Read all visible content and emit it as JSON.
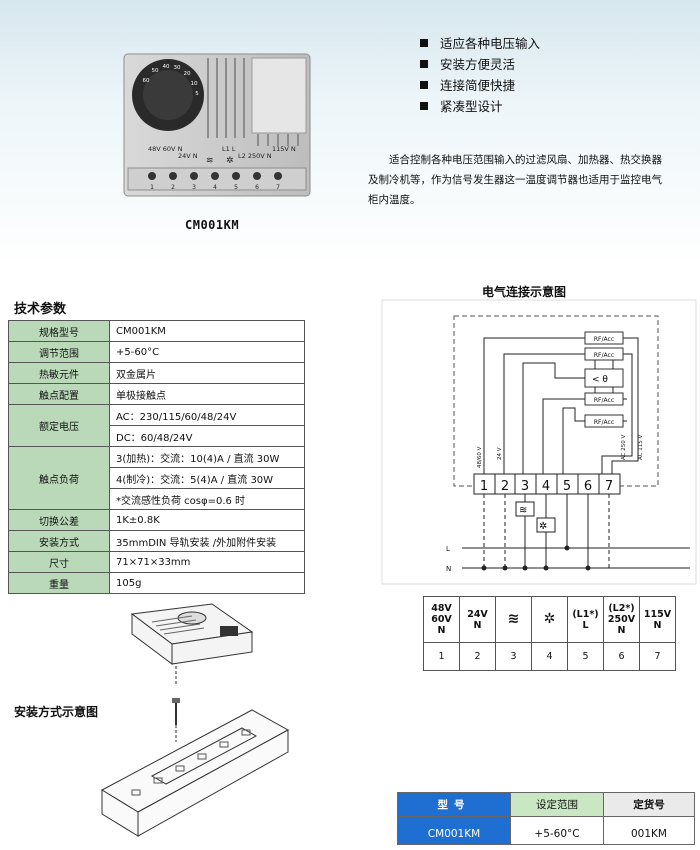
{
  "product": {
    "caption": "CM001KM",
    "dial_ticks": [
      "60",
      "50",
      "40",
      "30",
      "20",
      "10",
      "5"
    ],
    "face_labels": [
      "48V 60V N",
      "24V N",
      "L1 L",
      "L2 250V N",
      "115V N"
    ],
    "terminals": [
      "1",
      "2",
      "3",
      "4",
      "5",
      "6",
      "7"
    ]
  },
  "features": [
    "适应各种电压输入",
    "安装方便灵活",
    "连接简便快捷",
    "紧凑型设计"
  ],
  "intro": "适合控制各种电压范围输入的过滤风扇、加热器、热交换器及制冷机等，作为信号发生器这一温度调节器也适用于监控电气柜内温度。",
  "spec": {
    "title": "技术参数",
    "rows": [
      {
        "label": "规格型号",
        "values": [
          "CM001KM"
        ]
      },
      {
        "label": "调节范围",
        "values": [
          "+5-60°C"
        ]
      },
      {
        "label": "热敏元件",
        "values": [
          "双金属片"
        ]
      },
      {
        "label": "触点配置",
        "values": [
          "单极接触点"
        ]
      },
      {
        "label": "额定电压",
        "values": [
          "AC：230/115/60/48/24V",
          "DC：60/48/24V"
        ]
      },
      {
        "label": "触点负荷",
        "values": [
          "3(加热)：交流：10(4)A / 直流 30W",
          "4(制冷)：交流：5(4)A / 直流 30W",
          "*交流感性负荷 cosφ=0.6 时"
        ]
      },
      {
        "label": "切换公差",
        "values": [
          "1K±0.8K"
        ]
      },
      {
        "label": "安装方式",
        "values": [
          "35mmDIN 导轨安装 /外加附件安装"
        ]
      },
      {
        "label": "尺寸",
        "values": [
          "71×71×33mm"
        ]
      },
      {
        "label": "重量",
        "values": [
          "105g"
        ]
      }
    ]
  },
  "wiring": {
    "title": "电气连接示意图",
    "relays": [
      "RF/Acc",
      "RF/Acc",
      "RF/Acc",
      "RF/Acc"
    ],
    "vlabels": [
      "48/60 V",
      "24 V",
      "AC 250 V",
      "AC 115 V"
    ],
    "terminals": [
      "1",
      "2",
      "3",
      "4",
      "5",
      "6",
      "7"
    ],
    "lines": [
      "L",
      "N"
    ]
  },
  "terminal_table": {
    "top": [
      [
        "48V",
        "60V",
        "N"
      ],
      [
        "24V",
        "N"
      ],
      [
        "≋"
      ],
      [
        "✲"
      ],
      [
        "(L1*)",
        "L"
      ],
      [
        "(L2*)",
        "250V",
        "N"
      ],
      [
        "115V",
        "N"
      ]
    ],
    "bottom": [
      "1",
      "2",
      "3",
      "4",
      "5",
      "6",
      "7"
    ]
  },
  "install": {
    "title": "安装方式示意图"
  },
  "order": {
    "headers": [
      "型号",
      "设定范围",
      "定货号"
    ],
    "row": [
      "CM001KM",
      "+5-60°C",
      "001KM"
    ]
  },
  "colors": {
    "spec_label_bg": "#b9d9b9",
    "order_blue": "#1f6fd3",
    "order_green": "#c9e7c3"
  }
}
